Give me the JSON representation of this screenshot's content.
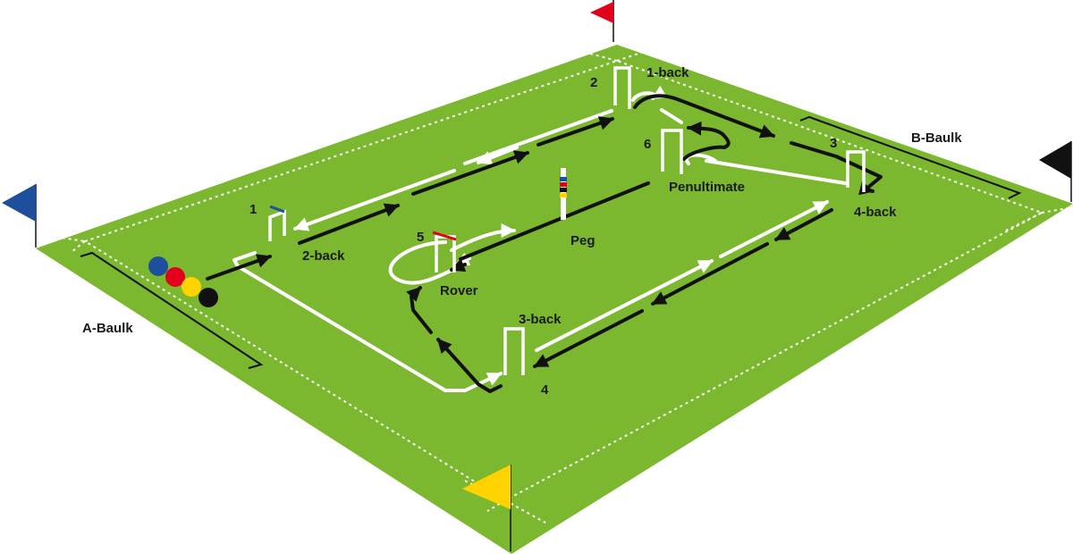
{
  "labels": {
    "hoop_1": "1",
    "hoop_2": "2",
    "hoop_3": "3",
    "hoop_4": "4",
    "hoop_5": "5",
    "hoop_6": "6",
    "one_back": "1-back",
    "two_back": "2-back",
    "three_back": "3-back",
    "four_back": "4-back",
    "penultimate": "Penultimate",
    "rover": "Rover",
    "peg": "Peg",
    "a_baulk": "A-Baulk",
    "b_baulk": "B-Baulk"
  },
  "colors": {
    "lawn": "#7cb82f",
    "lawn_edge": "#6aa526",
    "line": "#ffffff",
    "path_outward": "#ffffff",
    "path_return": "#111111",
    "flag_red": "#e2001a",
    "flag_blue": "#1d4f9c",
    "flag_black": "#111111",
    "flag_yellow": "#ffd200",
    "ball_blue": "#1d4f9c",
    "ball_red": "#e2001a",
    "ball_yellow": "#ffd200",
    "ball_black": "#111111"
  },
  "balls": [
    "blue",
    "red",
    "yellow",
    "black"
  ],
  "peg_bands": [
    "#1d4f9c",
    "#e2001a",
    "#111111",
    "#ffd200"
  ]
}
